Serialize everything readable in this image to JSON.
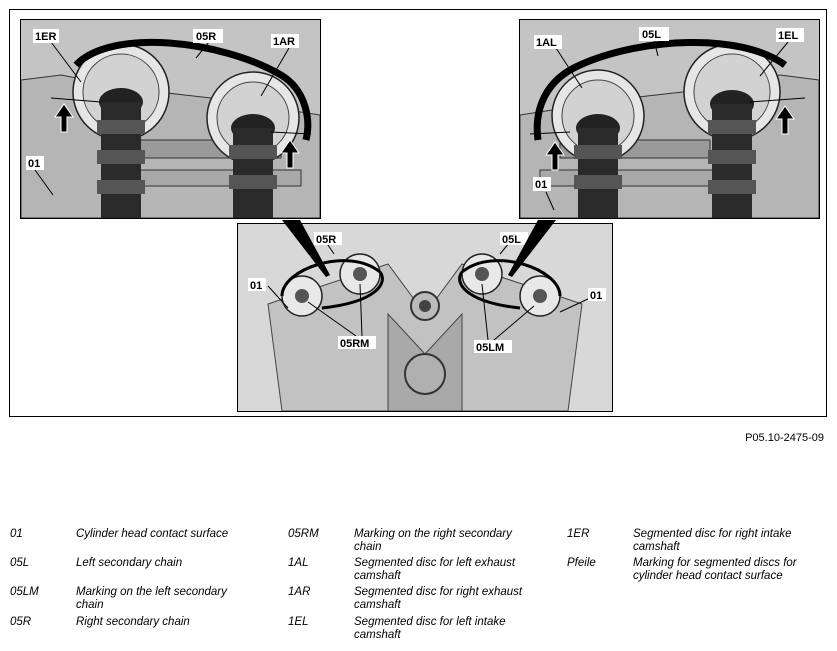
{
  "figure_ref": "P05.10-2475-09",
  "panels": {
    "left_detail": {
      "labels": {
        "l1ER": "1ER",
        "l05R": "05R",
        "l1AR": "1AR",
        "l01": "01"
      }
    },
    "right_detail": {
      "labels": {
        "l1AL": "1AL",
        "l05L": "05L",
        "l1EL": "1EL",
        "l01": "01"
      }
    },
    "overview": {
      "labels": {
        "l05R": "05R",
        "l05L": "05L",
        "l01a": "01",
        "l01b": "01",
        "l05RM": "05RM",
        "l05LM": "05LM"
      }
    }
  },
  "legend": [
    {
      "code": "01",
      "desc": "Cylinder head contact surface"
    },
    {
      "code": "05L",
      "desc": "Left secondary chain"
    },
    {
      "code": "05LM",
      "desc": "Marking on the left secondary chain"
    },
    {
      "code": "05R",
      "desc": "Right secondary chain"
    },
    {
      "code": "05RM",
      "desc": "Marking on the right secondary chain"
    },
    {
      "code": "1AL",
      "desc": "Segmented disc for left exhaust camshaft"
    },
    {
      "code": "1AR",
      "desc": "Segmented disc for right exhaust camshaft"
    },
    {
      "code": "1EL",
      "desc": "Segmented disc for left intake camshaft"
    },
    {
      "code": "1ER",
      "desc": "Segmented disc for right intake camshaft"
    },
    {
      "code": "Pfeile",
      "desc": "Marking for segmented discs for cylinder head contact surface"
    }
  ]
}
